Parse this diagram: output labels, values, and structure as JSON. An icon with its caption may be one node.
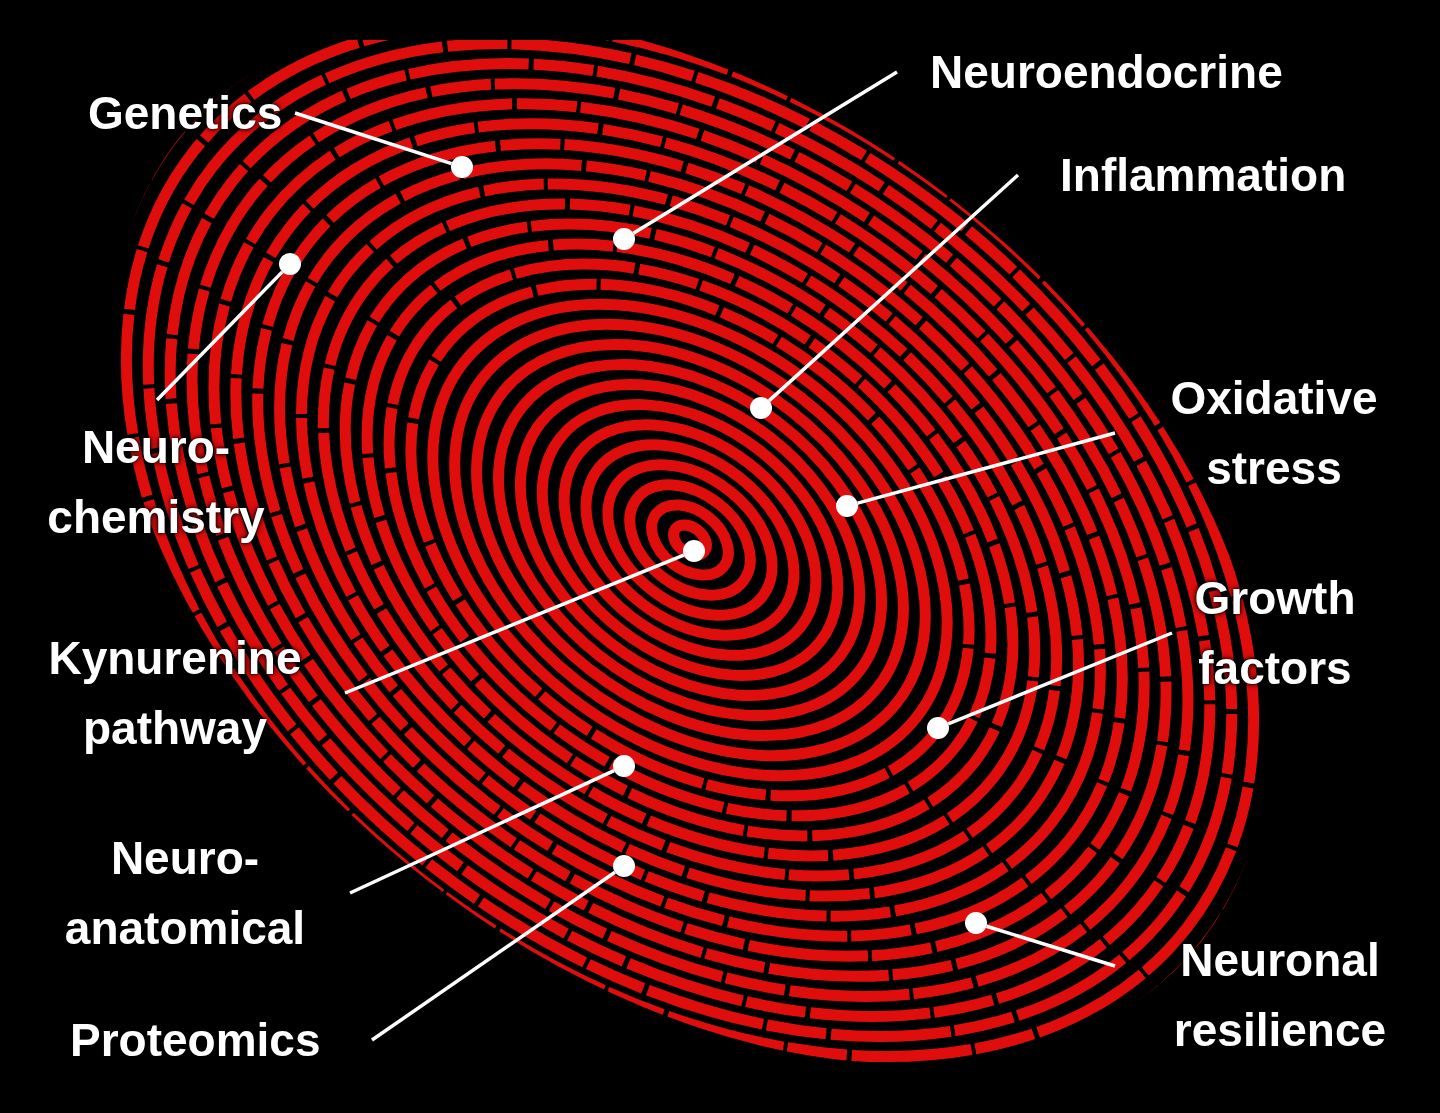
{
  "diagram": {
    "nodes": [
      {
        "text": [],
        "shape": "picture"
      },
      {
        "text": [
          "Genetics"
        ]
      },
      {
        "text": [
          "Neuroendocrine"
        ]
      },
      {
        "text": [
          "Inflammation"
        ]
      },
      {
        "text": [
          "Neuro- chemistry"
        ]
      },
      {
        "text": [
          "Oxidative stress"
        ]
      },
      {
        "text": [
          "Kynurenine pathway"
        ]
      },
      {
        "text": [
          "Growth factors"
        ]
      },
      {
        "text": [
          "Neuro- anatomical"
        ]
      },
      {
        "text": [
          "Neuronal resilience"
        ]
      },
      {
        "text": [
          "Proteomics"
        ]
      },
      {
        "text": [],
        "shape": "circle",
        "in": 0
      },
      {
        "text": [],
        "shape": "circle",
        "in": 0
      },
      {
        "text": [],
        "shape": "circle",
        "in": 0
      },
      {
        "text": [],
        "shape": "circle",
        "in": 0
      },
      {
        "text": [],
        "shape": "circle",
        "in": 0
      },
      {
        "text": [],
        "shape": "circle",
        "in": 0
      },
      {
        "text": [],
        "shape": "circle",
        "in": 0
      },
      {
        "text": [],
        "shape": "circle",
        "in": 0
      },
      {
        "text": [],
        "shape": "circle",
        "in": 0
      },
      {
        "text": [],
        "shape": "circle",
        "in": 0
      }
    ],
    "edges": [
      {
        "from": 1,
        "to": 11,
        "arrow": "none"
      },
      {
        "from": 2,
        "to": 12,
        "arrow": "none"
      },
      {
        "from": 3,
        "to": 13,
        "arrow": "none"
      },
      {
        "from": 4,
        "to": 14,
        "arrow": "none"
      },
      {
        "from": 5,
        "to": 15,
        "arrow": "none"
      },
      {
        "from": 6,
        "to": 16,
        "arrow": "none"
      },
      {
        "from": 7,
        "to": 17,
        "arrow": "none"
      },
      {
        "from": 8,
        "to": 18,
        "arrow": "none"
      },
      {
        "from": 9,
        "to": 19,
        "arrow": "none"
      },
      {
        "from": 10,
        "to": 20,
        "arrow": "none"
      }
    ]
  }
}
